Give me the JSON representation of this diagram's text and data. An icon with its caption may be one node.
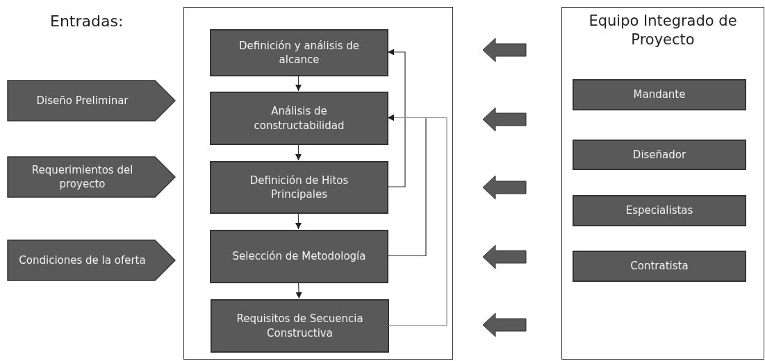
{
  "diagram": {
    "nodes": [
      {
        "text": [
          "Diseño Preliminar"
        ]
      },
      {
        "text": [
          "Requerimientos del proyecto"
        ]
      },
      {
        "text": [
          "Condiciones de la oferta"
        ]
      },
      {
        "text": [],
        "shape": "box"
      },
      {
        "text": [
          "Definición y análisis de alcance"
        ],
        "in": 3
      },
      {
        "text": [
          "Análisis de constructabilidad"
        ],
        "in": 3
      },
      {
        "text": [
          "Definición de Hitos Principales"
        ],
        "in": 3
      },
      {
        "text": [
          "Selección de Metodología"
        ],
        "in": 3
      },
      {
        "text": [
          "Requisitos de Secuencia Constructiva"
        ],
        "in": 3
      },
      {
        "text": [
          "Equipo Integrado de Proyecto"
        ]
      },
      {
        "text": [
          "Mandante"
        ],
        "in": 9
      },
      {
        "text": [
          "Diseñador"
        ],
        "in": 9
      },
      {
        "text": [
          "Especialistas"
        ],
        "in": 9
      },
      {
        "text": [
          "Contratista"
        ],
        "in": 9
      }
    ],
    "edges": [
      {
        "from": 4,
        "to": 5,
        "arrow": "to"
      },
      {
        "from": 5,
        "to": 6,
        "arrow": "to"
      },
      {
        "from": 6,
        "to": 7,
        "arrow": "to"
      },
      {
        "from": 7,
        "to": 8,
        "arrow": "to"
      },
      {
        "from": 6,
        "to": 4,
        "arrow": "to"
      },
      {
        "from": 7,
        "to": 5,
        "arrow": "to"
      },
      {
        "from": 8,
        "to": 5,
        "arrow": "to",
        "color": "#909090"
      }
    ],
    "labels": [
      "Entradas:"
    ]
  }
}
